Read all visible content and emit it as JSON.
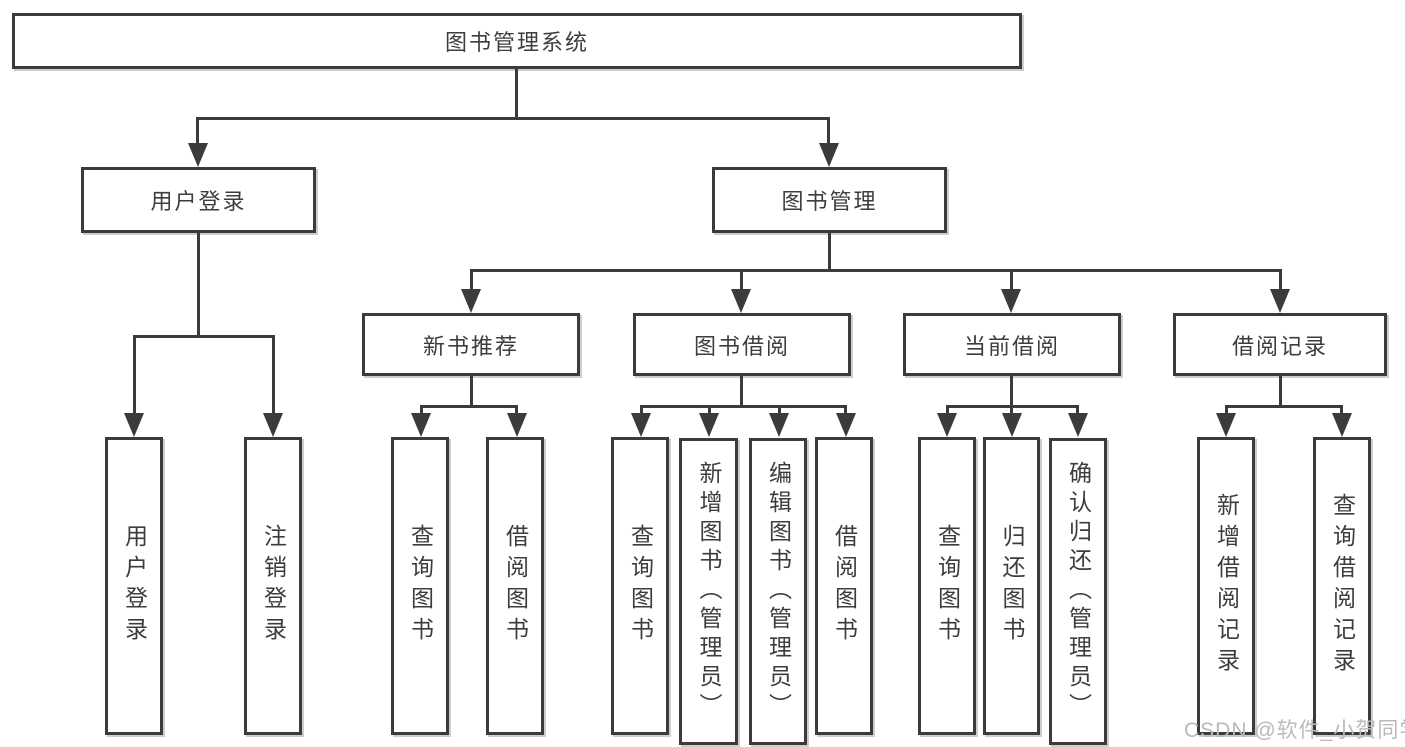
{
  "diagram": {
    "root": "图书管理系统",
    "level2": {
      "user_login": "用户登录",
      "book_management": "图书管理"
    },
    "level3": {
      "new_books": "新书推荐",
      "borrowing": "图书借阅",
      "current": "当前借阅",
      "records": "借阅记录"
    },
    "leaves": {
      "user_login": [
        "用户登录",
        "注销登录"
      ],
      "new_books": [
        "查询图书",
        "借阅图书"
      ],
      "borrowing": [
        "查询图书",
        "新增图书（管理员）",
        "编辑图书（管理员）",
        "借阅图书"
      ],
      "current": [
        "查询图书",
        "归还图书",
        "确认归还（管理员）"
      ],
      "records": [
        "新增借阅记录",
        "查询借阅记录"
      ]
    }
  },
  "watermark": "CSDN @软件_小贺同学",
  "colors": {
    "line": "#3b3b3b",
    "text": "#3d3d3d",
    "box_background": "#ffffff",
    "page_background": "#ffffff",
    "watermark": "#b7bbbd"
  }
}
